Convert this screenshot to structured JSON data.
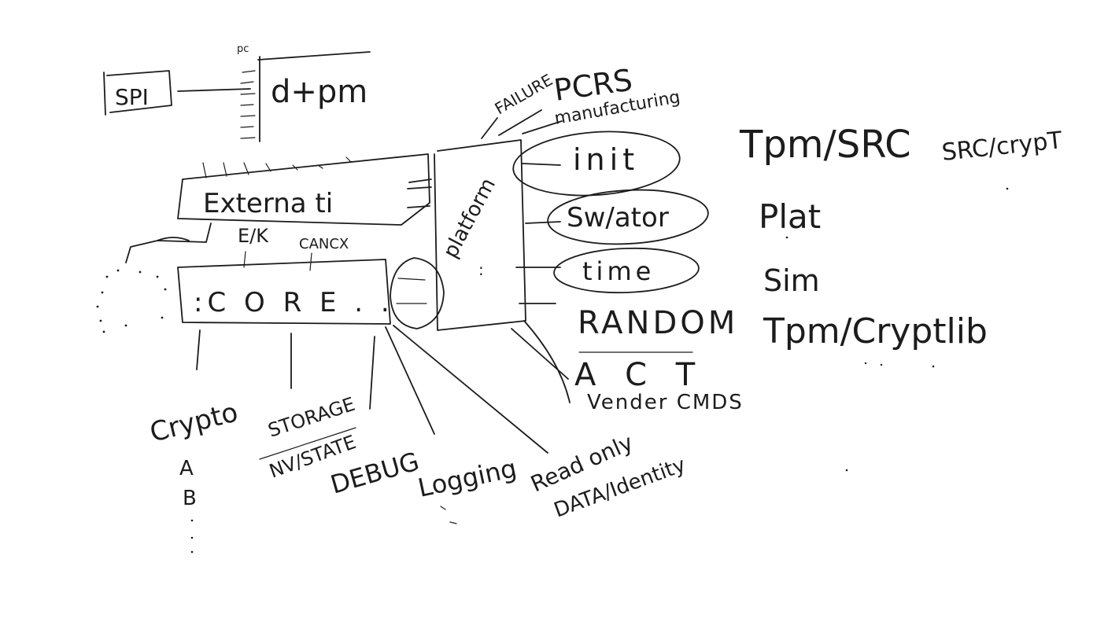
{
  "diagram": {
    "nodes": {
      "spi": "SPI",
      "dtpm": "d+pm",
      "dtpm_marker": "pc",
      "externality": "Externa ti",
      "ek": "E/K",
      "cancx": "CANCX",
      "core": ":C O R E . .",
      "platform": "platform",
      "platform_dots": ":",
      "init": "init",
      "simulator": "Sw/ator",
      "time": "time",
      "random": "RANDOM",
      "act": "A C T",
      "vendor_cmds": "Vender CMDS",
      "failure": "FAILURE",
      "pcrs": "PCRS",
      "manufacturing": "manufacturing",
      "crypto": "Crypto",
      "crypto_a": "A",
      "crypto_b": "B",
      "storage": "STORAGE",
      "nv_state": "NV/STATE",
      "debug": "DEBUG",
      "logging": "Logging",
      "readonly": "Read only",
      "data_identity": "DATA/Identity"
    },
    "mapping": {
      "tpm_src": "Tpm/SRC",
      "src_crypt": "SRC/crypT",
      "plat": "Plat",
      "sim": "Sim",
      "tpm_cryptlib": "Tpm/Cryptlib"
    }
  }
}
